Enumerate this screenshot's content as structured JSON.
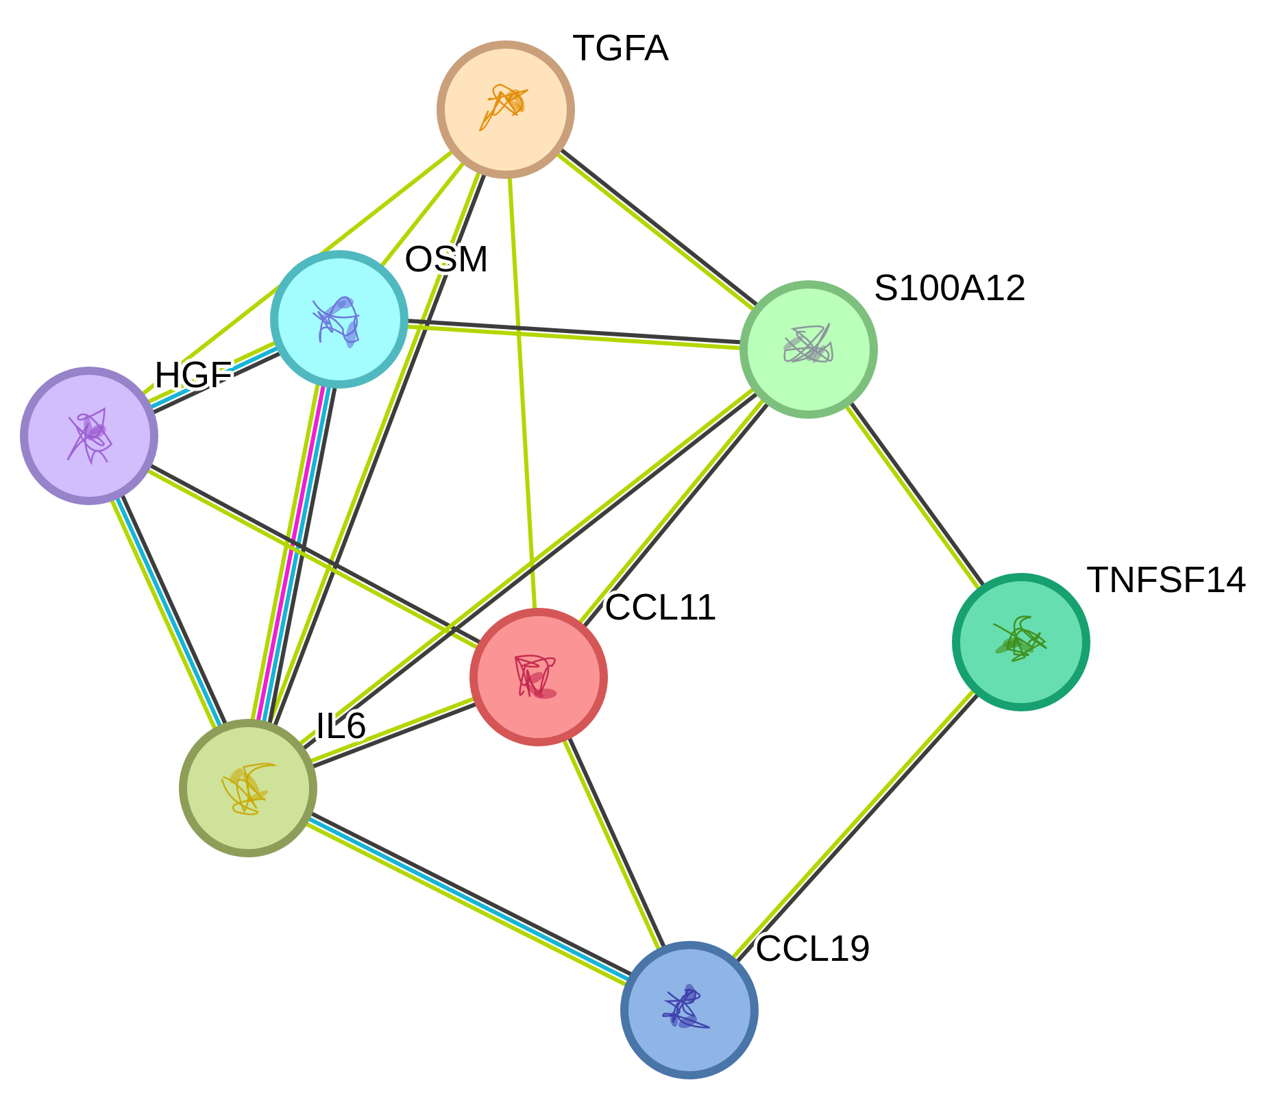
{
  "colors": {
    "coexpression": "#3d3d3d",
    "textmining": "#b4d600",
    "database": "#16b4d6",
    "experiment": "#ee1fd3"
  },
  "nodes": [
    {
      "id": "TGFA",
      "label": "TGFA",
      "fill": "#ffe3bc",
      "stroke": "#c9a07a",
      "icon": "orange-beta-strand-structure-icon"
    },
    {
      "id": "OSM",
      "label": "OSM",
      "fill": "#a3fcfd",
      "stroke": "#4fb9bf",
      "icon": "blue-helix-bundle-structure-icon"
    },
    {
      "id": "S100A12",
      "label": "S100A12",
      "fill": "#baffba",
      "stroke": "#7dbf7d",
      "icon": "gray-ef-hand-structure-icon"
    },
    {
      "id": "HGF",
      "label": "HGF",
      "fill": "#d2bdfd",
      "stroke": "#9783c9",
      "icon": "purple-coil-structure-icon"
    },
    {
      "id": "CCL11",
      "label": "CCL11",
      "fill": "#fb9595",
      "stroke": "#d55656",
      "icon": "red-chemokine-structure-icon"
    },
    {
      "id": "TNFSF14",
      "label": "TNFSF14",
      "fill": "#67deb0",
      "stroke": "#17a070",
      "icon": "green-beta-sandwich-structure-icon"
    },
    {
      "id": "IL6",
      "label": "IL6",
      "fill": "#cfe29a",
      "stroke": "#8e9e59",
      "icon": "yellow-helix-bundle-structure-icon"
    },
    {
      "id": "CCL19",
      "label": "CCL19",
      "fill": "#8fb5e6",
      "stroke": "#4a75a9",
      "icon": "blue-chemokine-structure-icon"
    }
  ],
  "edges": [
    {
      "source": "TGFA",
      "target": "OSM",
      "types": [
        "textmining"
      ]
    },
    {
      "source": "TGFA",
      "target": "HGF",
      "types": [
        "textmining"
      ]
    },
    {
      "source": "TGFA",
      "target": "IL6",
      "types": [
        "coexpression",
        "textmining"
      ]
    },
    {
      "source": "TGFA",
      "target": "CCL11",
      "types": [
        "textmining"
      ]
    },
    {
      "source": "TGFA",
      "target": "S100A12",
      "types": [
        "coexpression",
        "textmining"
      ]
    },
    {
      "source": "OSM",
      "target": "S100A12",
      "types": [
        "coexpression",
        "textmining"
      ]
    },
    {
      "source": "OSM",
      "target": "HGF",
      "types": [
        "coexpression",
        "database",
        "textmining"
      ]
    },
    {
      "source": "OSM",
      "target": "IL6",
      "types": [
        "coexpression",
        "database",
        "experiment",
        "textmining"
      ]
    },
    {
      "source": "HGF",
      "target": "IL6",
      "types": [
        "coexpression",
        "database",
        "textmining"
      ]
    },
    {
      "source": "HGF",
      "target": "CCL11",
      "types": [
        "coexpression",
        "textmining"
      ]
    },
    {
      "source": "S100A12",
      "target": "IL6",
      "types": [
        "coexpression",
        "textmining"
      ]
    },
    {
      "source": "S100A12",
      "target": "CCL11",
      "types": [
        "coexpression",
        "textmining"
      ]
    },
    {
      "source": "S100A12",
      "target": "TNFSF14",
      "types": [
        "coexpression",
        "textmining"
      ]
    },
    {
      "source": "CCL11",
      "target": "IL6",
      "types": [
        "coexpression",
        "textmining"
      ]
    },
    {
      "source": "CCL11",
      "target": "CCL19",
      "types": [
        "coexpression",
        "textmining"
      ]
    },
    {
      "source": "IL6",
      "target": "CCL19",
      "types": [
        "coexpression",
        "database",
        "textmining"
      ]
    },
    {
      "source": "TNFSF14",
      "target": "CCL19",
      "types": [
        "coexpression",
        "textmining"
      ]
    }
  ]
}
